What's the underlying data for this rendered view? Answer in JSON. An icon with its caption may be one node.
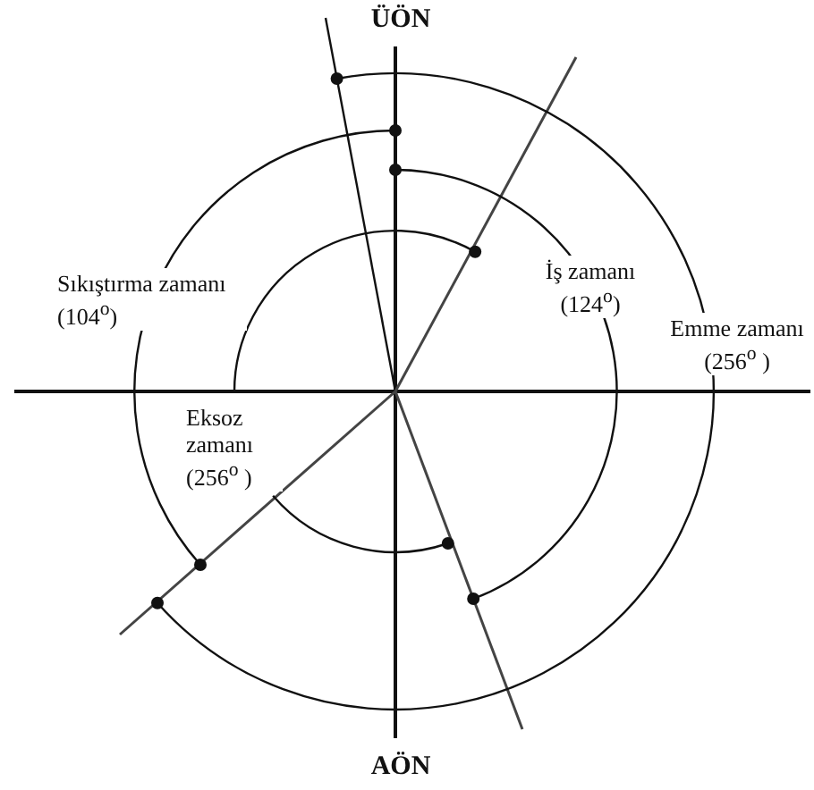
{
  "diagram": {
    "labels": [
      "ÜÖN",
      "Sıkıştırma zamanı (104$^{o}$)",
      "İş zamanı (124$^{o}$)",
      "Emme zamanı (256$^{o}$ )",
      "Eksoz zamanı (256$^{o}$ )",
      "AÖN"
    ]
  }
}
